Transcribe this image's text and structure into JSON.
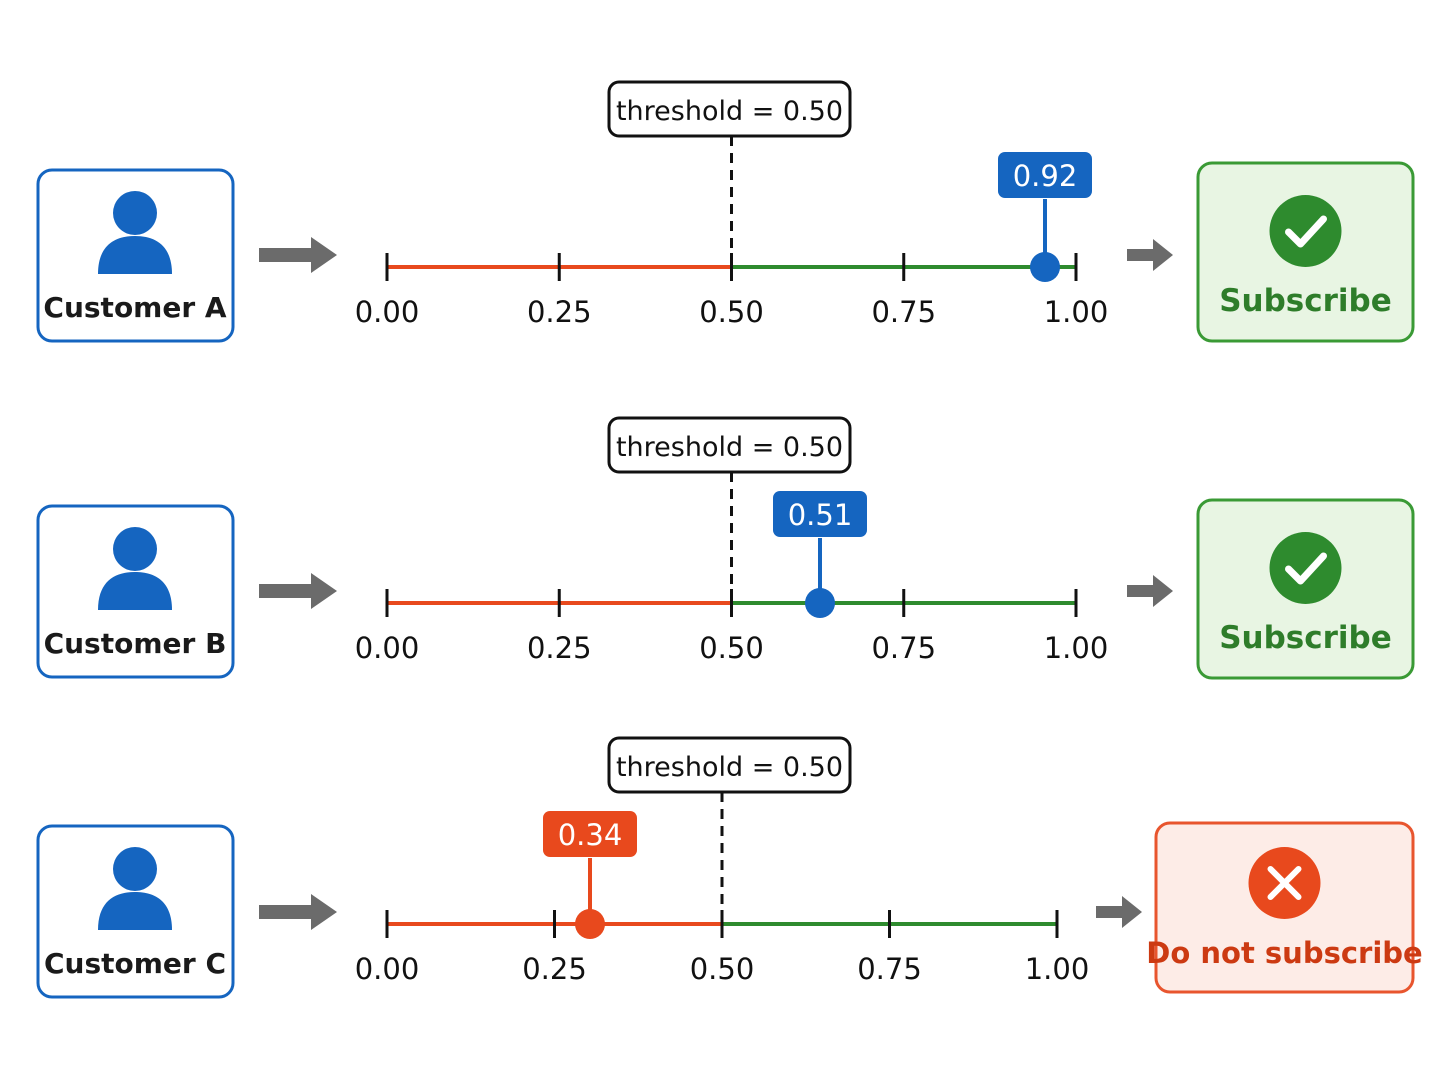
{
  "colors": {
    "customer_blue": "#1565c0",
    "below_threshold": "#e8491d",
    "above_threshold": "#2e8b2e",
    "subscribe_fill": "#e8f5e3",
    "subscribe_border": "#3a9a35",
    "subscribe_text": "#2e7d2a",
    "reject_fill": "#fdece7",
    "reject_border": "#e8552e",
    "reject_text": "#cc3a12",
    "arrow": "#6b6b6b",
    "axis_tick": "#111111"
  },
  "axis_ticks": [
    "0.00",
    "0.25",
    "0.50",
    "0.75",
    "1.00"
  ],
  "rows": [
    {
      "customer": {
        "label": "Customer A",
        "icon": "person-icon"
      },
      "threshold": {
        "label": "threshold = 0.50",
        "value": 0.5
      },
      "score": {
        "label": "0.92",
        "value": 0.92,
        "color": "#1565c0"
      },
      "decision": {
        "label": "Subscribe",
        "icon": "check-circle-icon",
        "kind": "subscribe"
      }
    },
    {
      "customer": {
        "label": "Customer B",
        "icon": "person-icon"
      },
      "threshold": {
        "label": "threshold = 0.50",
        "value": 0.5
      },
      "score": {
        "label": "0.51",
        "value": 0.51,
        "color": "#1565c0"
      },
      "decision": {
        "label": "Subscribe",
        "icon": "check-circle-icon",
        "kind": "subscribe"
      }
    },
    {
      "customer": {
        "label": "Customer C",
        "icon": "person-icon"
      },
      "threshold": {
        "label": "threshold = 0.50",
        "value": 0.5
      },
      "score": {
        "label": "0.34",
        "value": 0.34,
        "color": "#e8491d"
      },
      "decision": {
        "label": "Do not subscribe",
        "icon": "x-circle-icon",
        "kind": "reject"
      }
    }
  ]
}
